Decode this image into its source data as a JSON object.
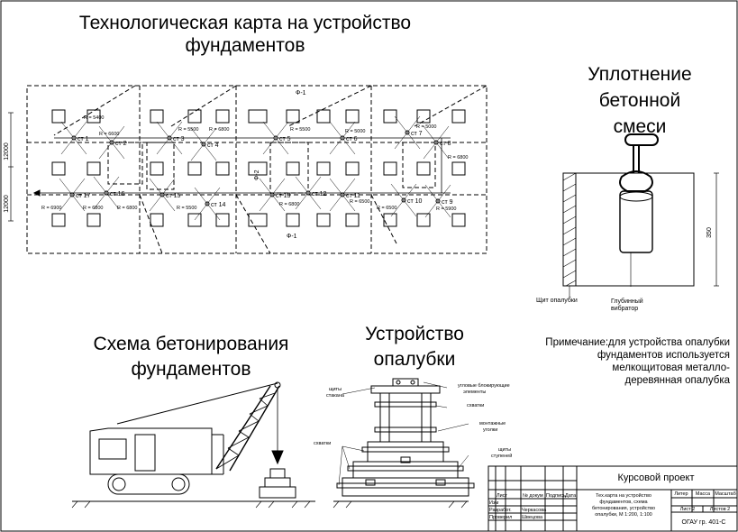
{
  "titles": {
    "main_line1": "Технологическая карта на устройство",
    "main_line2": "фундаментов",
    "compaction_line1": "Уплотнение",
    "compaction_line2": "бетонной",
    "compaction_line3": "смеси",
    "concreting_line1": "Схема бетонирования",
    "concreting_line2": "фундаментов",
    "formwork_line1": "Устройство",
    "formwork_line2": "опалубки"
  },
  "plan": {
    "dim_left_1": "12000",
    "dim_left_2": "12000",
    "axis_f1_top": "Ф-1",
    "axis_f1_bottom": "Ф-1",
    "axis_f2": "Ф-2",
    "stations": [
      {
        "label": "ст 1",
        "radius": "R = 5400"
      },
      {
        "label": "ст 2",
        "radius": "R = 6600"
      },
      {
        "label": "ст 3",
        "radius": "R = 5500"
      },
      {
        "label": "ст 4",
        "radius": "R = 6800"
      },
      {
        "label": "ст 5",
        "radius": "R = 5500"
      },
      {
        "label": "ст 6",
        "radius": "R = 5000"
      },
      {
        "label": "ст 7",
        "radius": "R = 5000"
      },
      {
        "label": "ст 8",
        "radius": "R = 6800"
      },
      {
        "label": "ст 9",
        "radius": "R = 5900"
      },
      {
        "label": "ст 10",
        "radius": "R = 6500"
      },
      {
        "label": "ст 11",
        "radius": "R = 6500"
      },
      {
        "label": "ст 12",
        "radius": ""
      },
      {
        "label": "ст 13",
        "radius": "R = 6800"
      },
      {
        "label": "ст 14",
        "radius": ""
      },
      {
        "label": "ст 15",
        "radius": "R = 5500"
      },
      {
        "label": "ст 16",
        "radius": "R = 6800"
      },
      {
        "label": "ст 17",
        "radius": "R = 6900"
      }
    ],
    "extra_radius": "R = 6800"
  },
  "compaction": {
    "dim_height": "350",
    "label_shield": "Щит опалубки",
    "label_vibrator_1": "Глубинный",
    "label_vibrator_2": "вибратор"
  },
  "formwork": {
    "label_glass_1": "щиты",
    "label_glass_2": "стакана",
    "label_corner_1": "угловые блокирующие",
    "label_corner_2": "элементы",
    "label_clamps_top": "схватки",
    "label_mount_1": "монтажные",
    "label_mount_2": "уголки",
    "label_clamps_left": "схватки",
    "label_steps_1": "щиты",
    "label_steps_2": "ступеней"
  },
  "note": {
    "line1": "Примечание:для устройства опалубки",
    "line2": "фундаментов используется",
    "line3": "мелкощитовая металло-",
    "line4": "деревянная опалубка"
  },
  "stamp": {
    "title": "Курсовой проект",
    "hdr_izm": "Изм",
    "hdr_list": "Лист",
    "hdr_doc": "№ докум",
    "hdr_sign": "Подпись",
    "hdr_date": "Дата",
    "role_dev": "Разработ.",
    "name_dev": "Черкасова",
    "role_check": "Проверил",
    "name_check": "Швецова",
    "desc_1": "Тех.карта на устройство",
    "desc_2": "фундаментов, схема",
    "desc_3": "бетонирования, устройство",
    "desc_4": "опалубки, М 1:200, 1:100",
    "col_liter": "Литер",
    "col_mass": "Масса",
    "col_scale": "Масштаб",
    "sheet": "Лист 2",
    "sheets": "Листов 2",
    "org": "ОГАУ гр. 401-С"
  },
  "colors": {
    "ink": "#000000",
    "paper": "#ffffff"
  }
}
